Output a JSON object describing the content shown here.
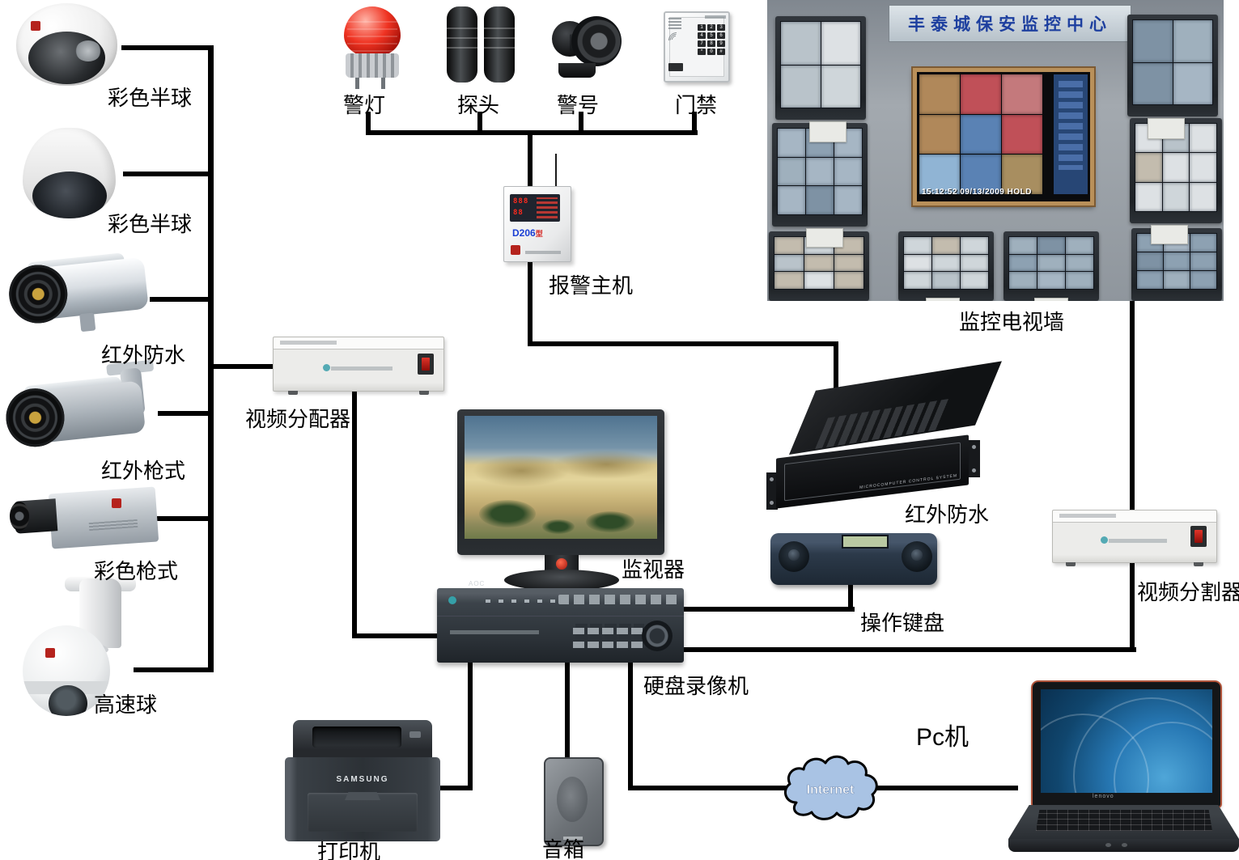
{
  "labels": {
    "camera1": "彩色半球",
    "camera2": "彩色半球",
    "camera3": "红外防水",
    "camera4": "红外枪式",
    "camera5": "彩色枪式",
    "camera6": "高速球",
    "alarm_light": "警灯",
    "detector": "探头",
    "siren": "警号",
    "access_control": "门禁",
    "alarm_host": "报警主机",
    "video_distributor": "视频分配器",
    "monitor": "监视器",
    "tv_wall": "监控电视墙",
    "matrix": "红外防水",
    "keyboard": "操作键盘",
    "video_splitter": "视频分割器",
    "dvr": "硬盘录像机",
    "printer": "打印机",
    "speaker": "音箱",
    "pc": "Pc机"
  },
  "texts": {
    "internet": "Internet",
    "printer_brand": "SAMSUNG",
    "monitor_brand": "AOC",
    "laptop_brand": "lenovo",
    "matrix_panel": "MICROCOMPUTER CONTROL SYSTEM",
    "alarm_host_model": "D206",
    "alarm_host_model_suffix": "型",
    "alarm_host_led_top": "888",
    "alarm_host_led_bottom": "88"
  },
  "access_keypad": [
    "1",
    "2",
    "3",
    "4",
    "5",
    "6",
    "7",
    "8",
    "9",
    "*",
    "0",
    "#"
  ],
  "tv_wall": {
    "banner": "丰泰城保安监控中心",
    "timestamp": "15:12:52 09/13/2009 HOLD",
    "cell_palette": [
      "#b9c3ca",
      "#9fb0bd",
      "#cfd6da",
      "#8da1b2",
      "#dde1e4",
      "#7e92a4",
      "#c3bcae",
      "#a6b6c4"
    ],
    "center_palette": [
      "#5a82b4",
      "#c4797c",
      "#b0885a",
      "#8aa6c6",
      "#d8c8a8",
      "#7a5a6a",
      "#c05058",
      "#a88e60",
      "#90b4d4"
    ]
  },
  "colors": {
    "connector": "#000000",
    "cloud_fill": "#a9c3e4",
    "banner_text": "#1d3f9f",
    "alarm_red": "#d42420"
  }
}
